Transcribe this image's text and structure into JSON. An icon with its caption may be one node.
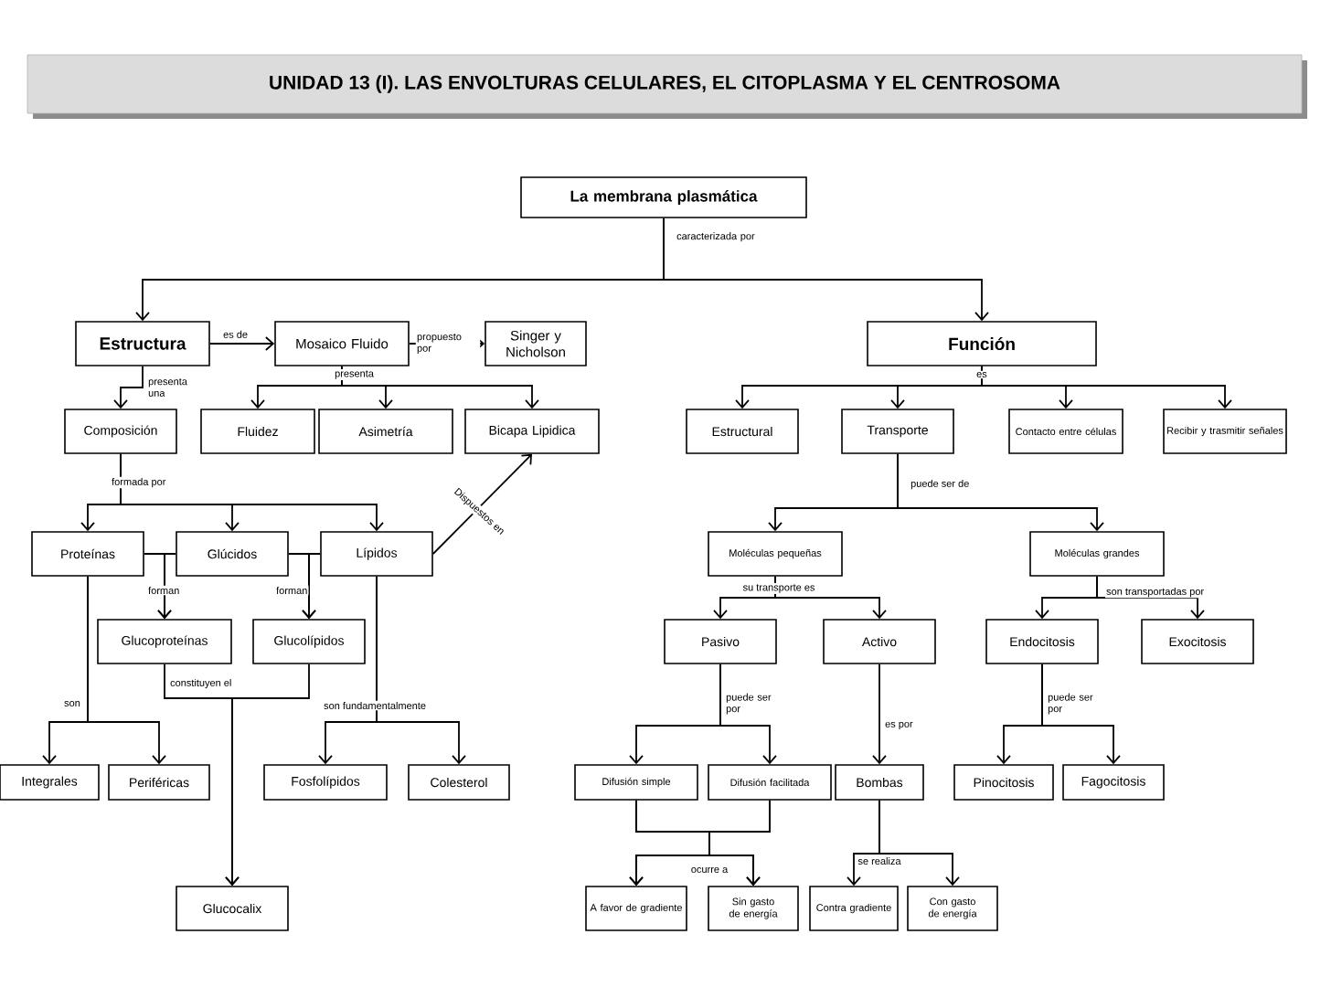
{
  "diagram": {
    "title": "UNIDAD 13 (I). LAS ENVOLTURAS CELULARES, EL CITOPLASMA Y EL CENTROSOMA",
    "nodes": [
      {
        "text": [
          "La membrana plasmática"
        ]
      },
      {
        "text": [
          "Estructura"
        ]
      },
      {
        "text": [
          "Mosaico Fluido"
        ]
      },
      {
        "text": [
          "Singer y Nicholson"
        ]
      },
      {
        "text": [
          "Función"
        ]
      },
      {
        "text": [
          "Composición"
        ]
      },
      {
        "text": [
          "Fluidez"
        ]
      },
      {
        "text": [
          "Asimetría"
        ]
      },
      {
        "text": [
          "Bicapa Lipidica"
        ]
      },
      {
        "text": [
          "Estructural"
        ]
      },
      {
        "text": [
          "Transporte"
        ]
      },
      {
        "text": [
          "Contacto entre células"
        ]
      },
      {
        "text": [
          "Recibir y trasmitir señales"
        ]
      },
      {
        "text": [
          "Proteínas"
        ]
      },
      {
        "text": [
          "Glúcidos"
        ]
      },
      {
        "text": [
          "Lípidos"
        ]
      },
      {
        "text": [
          "Moléculas pequeñas"
        ]
      },
      {
        "text": [
          "Moléculas grandes"
        ]
      },
      {
        "text": [
          "Glucoproteínas"
        ]
      },
      {
        "text": [
          "Glucolípidos"
        ]
      },
      {
        "text": [
          "Pasivo"
        ]
      },
      {
        "text": [
          "Activo"
        ]
      },
      {
        "text": [
          "Endocitosis"
        ]
      },
      {
        "text": [
          "Exocitosis"
        ]
      },
      {
        "text": [
          "Integrales"
        ]
      },
      {
        "text": [
          "Periféricas"
        ]
      },
      {
        "text": [
          "Fosfolípidos"
        ]
      },
      {
        "text": [
          "Colesterol"
        ]
      },
      {
        "text": [
          "Difusión simple"
        ]
      },
      {
        "text": [
          "Difusión facilitada"
        ]
      },
      {
        "text": [
          "Bombas"
        ]
      },
      {
        "text": [
          "Pinocitosis"
        ]
      },
      {
        "text": [
          "Fagocitosis"
        ]
      },
      {
        "text": [
          "Glucocalix"
        ]
      },
      {
        "text": [
          "A favor de gradiente"
        ]
      },
      {
        "text": [
          "Sin gasto de energía"
        ]
      },
      {
        "text": [
          "Contra gradiente"
        ]
      },
      {
        "text": [
          "Con gasto de energía"
        ]
      }
    ],
    "edges": [
      {
        "from": 0,
        "to": 1,
        "arrow": "to",
        "label": "caracterizada por"
      },
      {
        "from": 0,
        "to": 4,
        "arrow": "to"
      },
      {
        "from": 1,
        "to": 2,
        "arrow": "to",
        "label": "es de"
      },
      {
        "from": 2,
        "to": 3,
        "arrow": "to",
        "label": "propuesto por"
      },
      {
        "from": 1,
        "to": 5,
        "arrow": "to",
        "label": "presenta una"
      },
      {
        "from": 2,
        "to": 6,
        "arrow": "to",
        "label": "presenta"
      },
      {
        "from": 2,
        "to": 7,
        "arrow": "to"
      },
      {
        "from": 2,
        "to": 8,
        "arrow": "to"
      },
      {
        "from": 4,
        "to": 9,
        "arrow": "to",
        "label": "es"
      },
      {
        "from": 4,
        "to": 10,
        "arrow": "to"
      },
      {
        "from": 4,
        "to": 11,
        "arrow": "to"
      },
      {
        "from": 4,
        "to": 12,
        "arrow": "to"
      },
      {
        "from": 5,
        "to": 13,
        "arrow": "to",
        "label": "formada por"
      },
      {
        "from": 5,
        "to": 14,
        "arrow": "to"
      },
      {
        "from": 5,
        "to": 15,
        "arrow": "to"
      },
      {
        "from": 15,
        "to": 8,
        "arrow": "to",
        "label": "Dispuestos en"
      },
      {
        "from": 13,
        "to": 18,
        "arrow": "to",
        "label": "forman"
      },
      {
        "from": 14,
        "to": 18,
        "arrow": "to"
      },
      {
        "from": 14,
        "to": 19,
        "arrow": "to",
        "label": "forman"
      },
      {
        "from": 15,
        "to": 19,
        "arrow": "to"
      },
      {
        "from": 13,
        "to": 24,
        "arrow": "to",
        "label": "son"
      },
      {
        "from": 13,
        "to": 25,
        "arrow": "to"
      },
      {
        "from": 15,
        "to": 26,
        "arrow": "to",
        "label": "son fundamentalmente"
      },
      {
        "from": 15,
        "to": 27,
        "arrow": "to"
      },
      {
        "from": 18,
        "to": 33,
        "arrow": "to",
        "label": "constituyen el"
      },
      {
        "from": 19,
        "to": 33,
        "arrow": "to"
      },
      {
        "from": 10,
        "to": 16,
        "arrow": "to",
        "label": "puede ser de"
      },
      {
        "from": 10,
        "to": 17,
        "arrow": "to"
      },
      {
        "from": 16,
        "to": 20,
        "arrow": "to",
        "label": "su transporte es"
      },
      {
        "from": 16,
        "to": 21,
        "arrow": "to"
      },
      {
        "from": 17,
        "to": 22,
        "arrow": "to",
        "label": "son transportadas por"
      },
      {
        "from": 17,
        "to": 23,
        "arrow": "to"
      },
      {
        "from": 20,
        "to": 28,
        "arrow": "to",
        "label": "puede ser por"
      },
      {
        "from": 20,
        "to": 29,
        "arrow": "to"
      },
      {
        "from": 21,
        "to": 30,
        "arrow": "to",
        "label": "es por"
      },
      {
        "from": 22,
        "to": 31,
        "arrow": "to",
        "label": "puede ser por"
      },
      {
        "from": 22,
        "to": 32,
        "arrow": "to"
      },
      {
        "from": 28,
        "to": 34,
        "arrow": "to",
        "label": "ocurre a"
      },
      {
        "from": 28,
        "to": 35,
        "arrow": "to"
      },
      {
        "from": 29,
        "to": 34,
        "arrow": "to"
      },
      {
        "from": 29,
        "to": 35,
        "arrow": "to"
      },
      {
        "from": 30,
        "to": 36,
        "arrow": "to",
        "label": "se realiza"
      },
      {
        "from": 30,
        "to": 37,
        "arrow": "to"
      }
    ]
  }
}
